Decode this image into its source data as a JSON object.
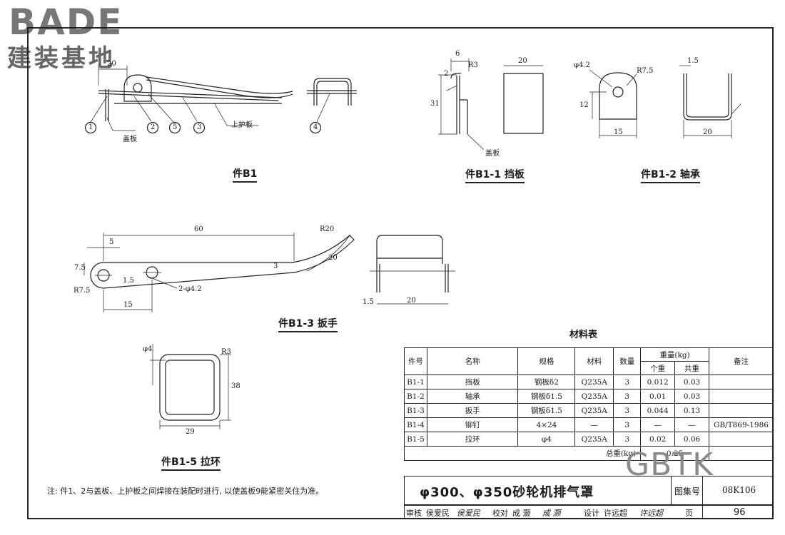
{
  "logo": {
    "brand_en": "BADE",
    "brand_cn": "建装基地"
  },
  "watermark": "GBTK",
  "figures": {
    "b1": {
      "caption": "件B1",
      "label_cover": "盖板",
      "label_upper_guard": "上护板",
      "dim_20": "20",
      "callouts": [
        "1",
        "2",
        "5",
        "3",
        "4"
      ]
    },
    "b1_1": {
      "caption": "件B1-1  挡板",
      "dim_6": "6",
      "dim_r3": "R3",
      "dim_2": "2",
      "dim_31": "31",
      "dim_20": "20",
      "label_cover": "盖板"
    },
    "b1_2": {
      "caption": "件B1-2  轴承",
      "dim_phi": "φ4.2",
      "dim_r": "R7.5",
      "dim_12": "12",
      "dim_15": "15",
      "dim_15t": "1.5",
      "dim_20": "20"
    },
    "b1_3": {
      "caption": "件B1-3  扳手",
      "dim_60": "60",
      "dim_5": "5",
      "dim_75": "7.5",
      "dim_r75": "R7.5",
      "dim_15h": "1.5",
      "dim_holes": "2-φ4.2",
      "dim_15": "15",
      "dim_3": "3",
      "dim_r20": "R20",
      "dim_20a": "20",
      "dim_15b": "1.5",
      "dim_20b": "20"
    },
    "b1_5": {
      "caption": "件B1-5  拉环",
      "dim_phi4": "φ4",
      "dim_r3": "R3",
      "dim_38": "38",
      "dim_29": "29"
    }
  },
  "materials": {
    "title": "材料表",
    "headers": {
      "part": "件号",
      "name": "名称",
      "spec": "规格",
      "material": "材料",
      "qty": "数量",
      "weight": "重量(kg)",
      "unit_weight": "个重",
      "total_weight": "共重",
      "remark": "备注"
    },
    "rows": [
      {
        "part": "B1-1",
        "name": "挡板",
        "spec": "钢板δ2",
        "material": "Q235A",
        "qty": "3",
        "unit": "0.012",
        "total": "0.03",
        "remark": ""
      },
      {
        "part": "B1-2",
        "name": "轴承",
        "spec": "钢板δ1.5",
        "material": "Q235A",
        "qty": "3",
        "unit": "0.01",
        "total": "0.03",
        "remark": ""
      },
      {
        "part": "B1-3",
        "name": "扳手",
        "spec": "钢板δ1.5",
        "material": "Q235A",
        "qty": "3",
        "unit": "0.044",
        "total": "0.13",
        "remark": ""
      },
      {
        "part": "B1-4",
        "name": "铆钉",
        "spec": "4×24",
        "material": "—",
        "qty": "3",
        "unit": "—",
        "total": "—",
        "remark": "GB/T869-1986"
      },
      {
        "part": "B1-5",
        "name": "拉环",
        "spec": "φ4",
        "material": "Q235A",
        "qty": "3",
        "unit": "0.02",
        "total": "0.06",
        "remark": ""
      }
    ],
    "total_label": "总重(kg)",
    "total_value": "0.25"
  },
  "note": "注: 件1、2与盖板、上护板之间焊接在装配时进行, 以使盖板9能紧密关住为准。",
  "title_block": {
    "title": "φ300、φ350砂轮机排气罩",
    "atlas_label": "图集号",
    "atlas_no": "08K106",
    "review_label": "审核",
    "review_name": "侯爱民",
    "review_sign": "侯爱民",
    "check_label": "校对",
    "check_name": "成  灏",
    "check_sign": "成  灏",
    "design_label": "设计",
    "design_name": "许远超",
    "design_sign": "许远超",
    "page_label": "页",
    "page_no": "96"
  }
}
